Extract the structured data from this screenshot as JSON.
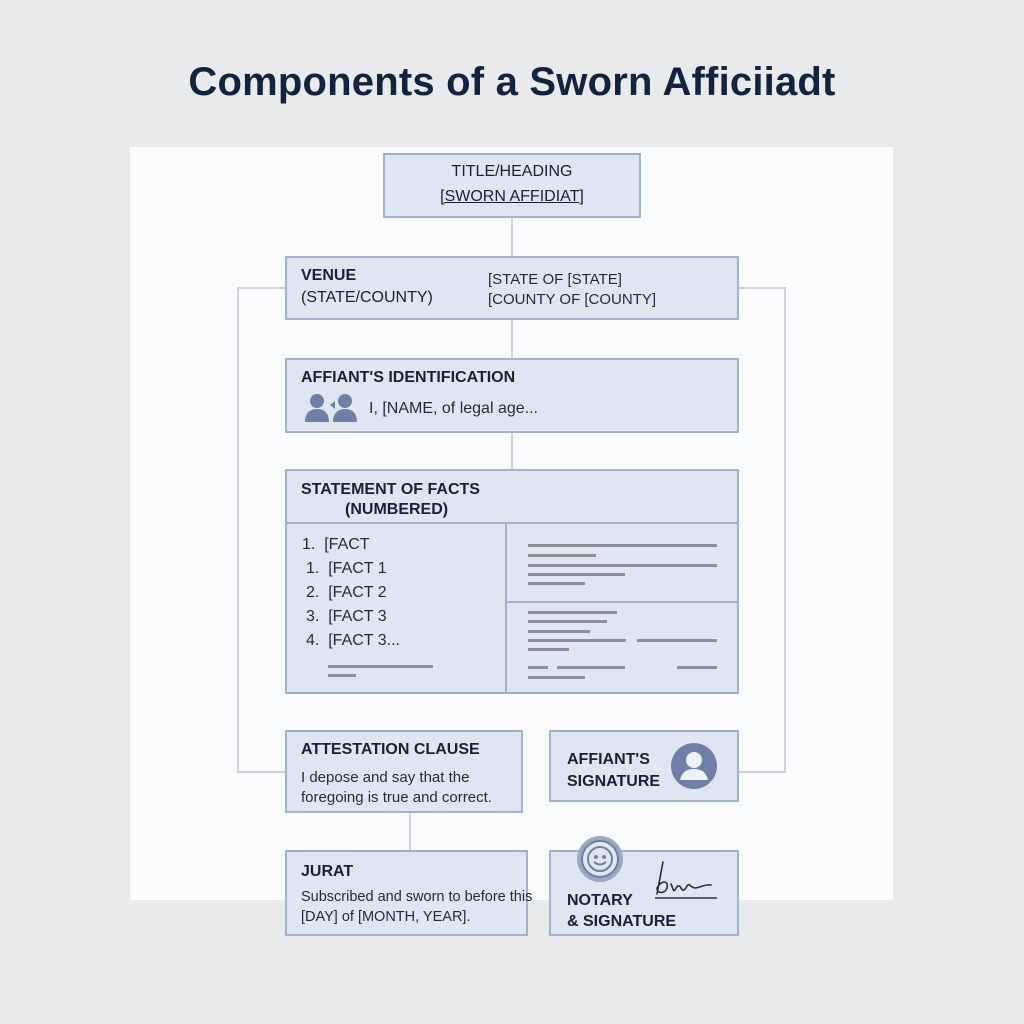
{
  "title": "Components of a Sworn Afficiiadt",
  "colors": {
    "box_fill": "#dfe6f1",
    "box_border": "#9fb1cd",
    "icon": "#6f7fa7",
    "connector": "#cfd3d8"
  },
  "title_box": {
    "heading": "TITLE/HEADING",
    "value": "[SWORN AFFIDIAT]"
  },
  "venue": {
    "heading": "VENUE",
    "subheading": "(STATE/COUNTY)",
    "line1": "[STATE OF [STATE]",
    "line2": "[COUNTY OF [COUNTY]"
  },
  "affiant_id": {
    "heading": "AFFIANT'S IDENTIFICATION",
    "icon": "people-icon",
    "text": "I, [NAME, of legal age..."
  },
  "facts": {
    "heading": "STATEMENT OF FACTS",
    "subheading": "(NUMBERED)",
    "items": [
      "1.  [FACT",
      "1.  [FACT 1",
      "2.  [FACT 2",
      "3.  [FACT 3",
      "4.  [FACT 3..."
    ]
  },
  "attestation": {
    "heading": "ATTESTATION CLAUSE",
    "line1": "I depose and say that the",
    "line2": "foregoing is true and correct."
  },
  "affiant_signature": {
    "line1": "AFFIANT'S",
    "line2": "SIGNATURE",
    "icon": "person-icon"
  },
  "jurat": {
    "heading": "JURAT",
    "line1": "Subscribed and sworn to before this",
    "line2": "[DAY] of [MONTH, YEAR]."
  },
  "notary": {
    "line1": "NOTARY",
    "line2": "& SIGNATURE",
    "seal_icon": "notary-seal-icon",
    "signature_icon": "handwritten-signature-icon"
  }
}
